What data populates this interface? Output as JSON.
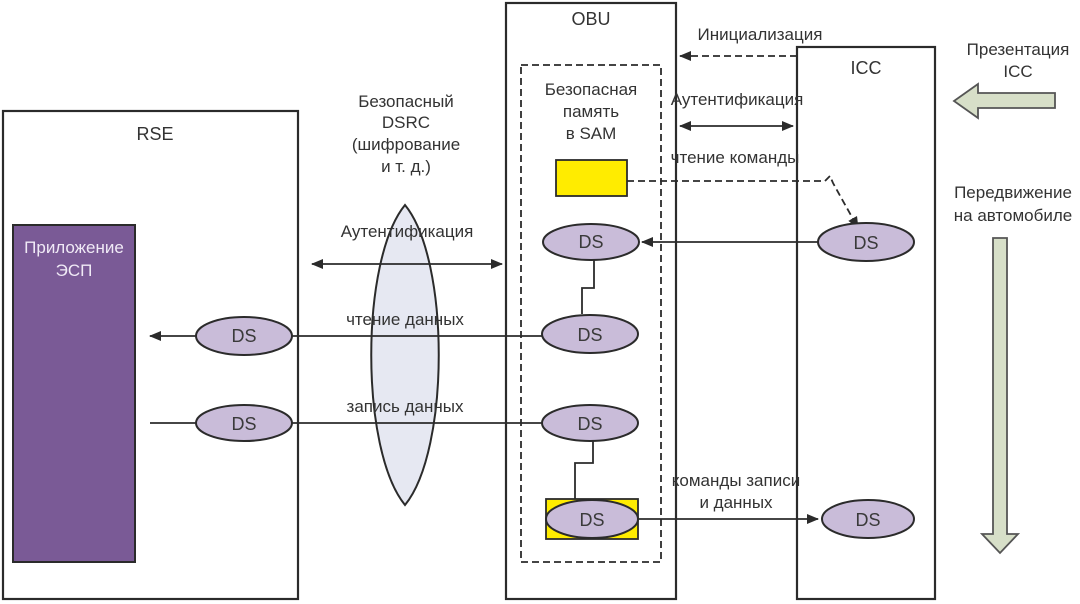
{
  "diagram": {
    "blocks": {
      "rse": {
        "title": "RSE"
      },
      "obu": {
        "title": "OBU"
      },
      "icc": {
        "title": "ICC"
      },
      "sam": {
        "title_lines": [
          "Безопасная",
          "память",
          "в SAM"
        ]
      },
      "app": {
        "title_lines": [
          "Приложение",
          "ЭСП"
        ]
      }
    },
    "channel": {
      "label_lines": [
        "Безопасный",
        "DSRC",
        "(шифрование",
        "и т. д.)"
      ]
    },
    "links": {
      "rse_obu_auth": "Аутентификация",
      "read_data": "чтение данных",
      "write_data": "запись данных",
      "init": "Инициализация",
      "obu_icc_auth": "Аутентификация",
      "read_command": "чтение команды",
      "write_commands_lines": [
        "команды записи",
        "и данных"
      ]
    },
    "ds_label": "DS",
    "side": {
      "icc_presentation_lines": [
        "Презентация",
        "ICC"
      ],
      "vehicle_movement_lines": [
        "Передвижение",
        "на автомобиле"
      ]
    },
    "colors": {
      "app_fill": "#7a5a96",
      "ds_fill": "#c9bcd9",
      "sam_key_fill": "#ffec00",
      "channel_fill": "#e6e8f2",
      "side_arrow_fill": "#d7dfc8"
    }
  }
}
